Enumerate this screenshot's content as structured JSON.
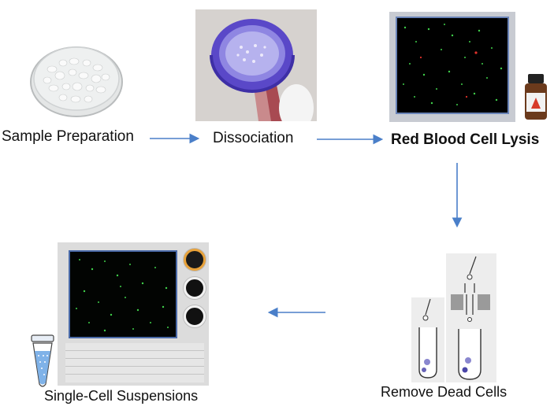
{
  "steps": [
    {
      "label": "Sample Preparation",
      "icon": "petri-dish-icon"
    },
    {
      "label": "Dissociation",
      "icon": "dissociation-photo"
    },
    {
      "label": "Red Blood Cell Lysis",
      "icon": "cell-screen-image"
    },
    {
      "label": "Remove Dead Cells",
      "icon": "magnetic-separation-tubes"
    },
    {
      "label": "Single-Cell Suspensions",
      "icon": "cell-counter-image"
    }
  ],
  "colors": {
    "arrow": "#4a7fc9",
    "live_cell": "#3fd04a",
    "dead_cell": "#e0312b",
    "screen_border": "#4a6aa8"
  }
}
